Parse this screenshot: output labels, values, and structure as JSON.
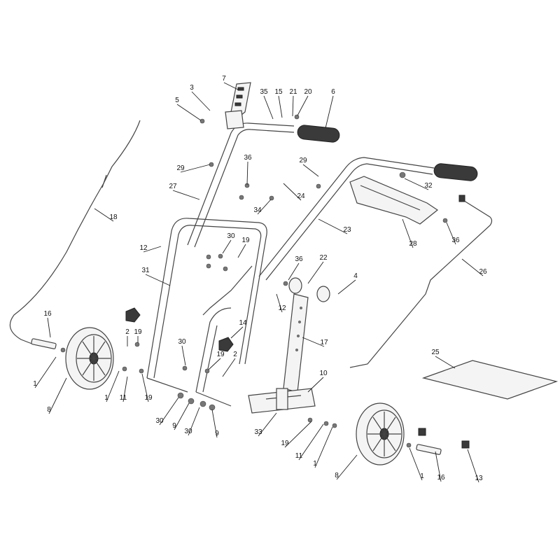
{
  "callouts": [
    {
      "id": "c-7",
      "label": "7"
    },
    {
      "id": "c-3",
      "label": "3"
    },
    {
      "id": "c-35",
      "label": "35"
    },
    {
      "id": "c-15",
      "label": "15"
    },
    {
      "id": "c-21",
      "label": "21"
    },
    {
      "id": "c-20",
      "label": "20"
    },
    {
      "id": "c-6",
      "label": "6"
    },
    {
      "id": "c-5",
      "label": "5"
    },
    {
      "id": "c-36a",
      "label": "36"
    },
    {
      "id": "c-29a",
      "label": "29"
    },
    {
      "id": "c-29b",
      "label": "29"
    },
    {
      "id": "c-27",
      "label": "27"
    },
    {
      "id": "c-24",
      "label": "24"
    },
    {
      "id": "c-32",
      "label": "32"
    },
    {
      "id": "c-34",
      "label": "34"
    },
    {
      "id": "c-18",
      "label": "18"
    },
    {
      "id": "c-23",
      "label": "23"
    },
    {
      "id": "c-28",
      "label": "28"
    },
    {
      "id": "c-36b",
      "label": "36"
    },
    {
      "id": "c-12a",
      "label": "12"
    },
    {
      "id": "c-30a",
      "label": "30"
    },
    {
      "id": "c-19a",
      "label": "19"
    },
    {
      "id": "c-36c",
      "label": "36"
    },
    {
      "id": "c-22",
      "label": "22"
    },
    {
      "id": "c-26",
      "label": "26"
    },
    {
      "id": "c-31",
      "label": "31"
    },
    {
      "id": "c-4",
      "label": "4"
    },
    {
      "id": "c-12b",
      "label": "12"
    },
    {
      "id": "c-16a",
      "label": "16"
    },
    {
      "id": "c-2a",
      "label": "2"
    },
    {
      "id": "c-19b",
      "label": "19"
    },
    {
      "id": "c-14",
      "label": "14"
    },
    {
      "id": "c-17",
      "label": "17"
    },
    {
      "id": "c-30b",
      "label": "30"
    },
    {
      "id": "c-25",
      "label": "25"
    },
    {
      "id": "c-19c",
      "label": "19"
    },
    {
      "id": "c-2b",
      "label": "2"
    },
    {
      "id": "c-1a",
      "label": "1"
    },
    {
      "id": "c-10",
      "label": "10"
    },
    {
      "id": "c-1b",
      "label": "1"
    },
    {
      "id": "c-11a",
      "label": "11"
    },
    {
      "id": "c-19d",
      "label": "19"
    },
    {
      "id": "c-8a",
      "label": "8"
    },
    {
      "id": "c-30c",
      "label": "30"
    },
    {
      "id": "c-9a",
      "label": "9"
    },
    {
      "id": "c-30d",
      "label": "30"
    },
    {
      "id": "c-9b",
      "label": "9"
    },
    {
      "id": "c-33",
      "label": "33"
    },
    {
      "id": "c-19e",
      "label": "19"
    },
    {
      "id": "c-11b",
      "label": "11"
    },
    {
      "id": "c-1c",
      "label": "1"
    },
    {
      "id": "c-8b",
      "label": "8"
    },
    {
      "id": "c-1d",
      "label": "1"
    },
    {
      "id": "c-16b",
      "label": "16"
    },
    {
      "id": "c-13",
      "label": "13"
    }
  ]
}
